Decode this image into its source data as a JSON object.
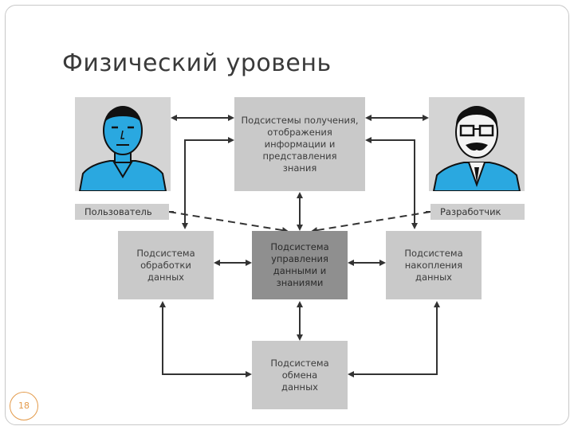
{
  "title": "Физический уровень",
  "page_number": "18",
  "boxes": {
    "acquisition": "Подсистемы получения,\nотображения\nинформации и\nпредставления\nзнания",
    "processing": "Подсистема\nобработки\nданных",
    "management": "Подсистема\nуправления\nданными и\nзнаниями",
    "accumulation": "Подсистема\nнакопления\nданных",
    "exchange": "Подсистема\nобмена\nданных"
  },
  "roles": {
    "user": "Пользователь",
    "developer": "Разработчик"
  },
  "colors": {
    "box": "#c9c9c9",
    "box_dark": "#8f8f8f",
    "portrait": "#2aa8e0",
    "accent": "#e39a4a"
  },
  "icons": [
    "user-portrait",
    "developer-portrait"
  ]
}
